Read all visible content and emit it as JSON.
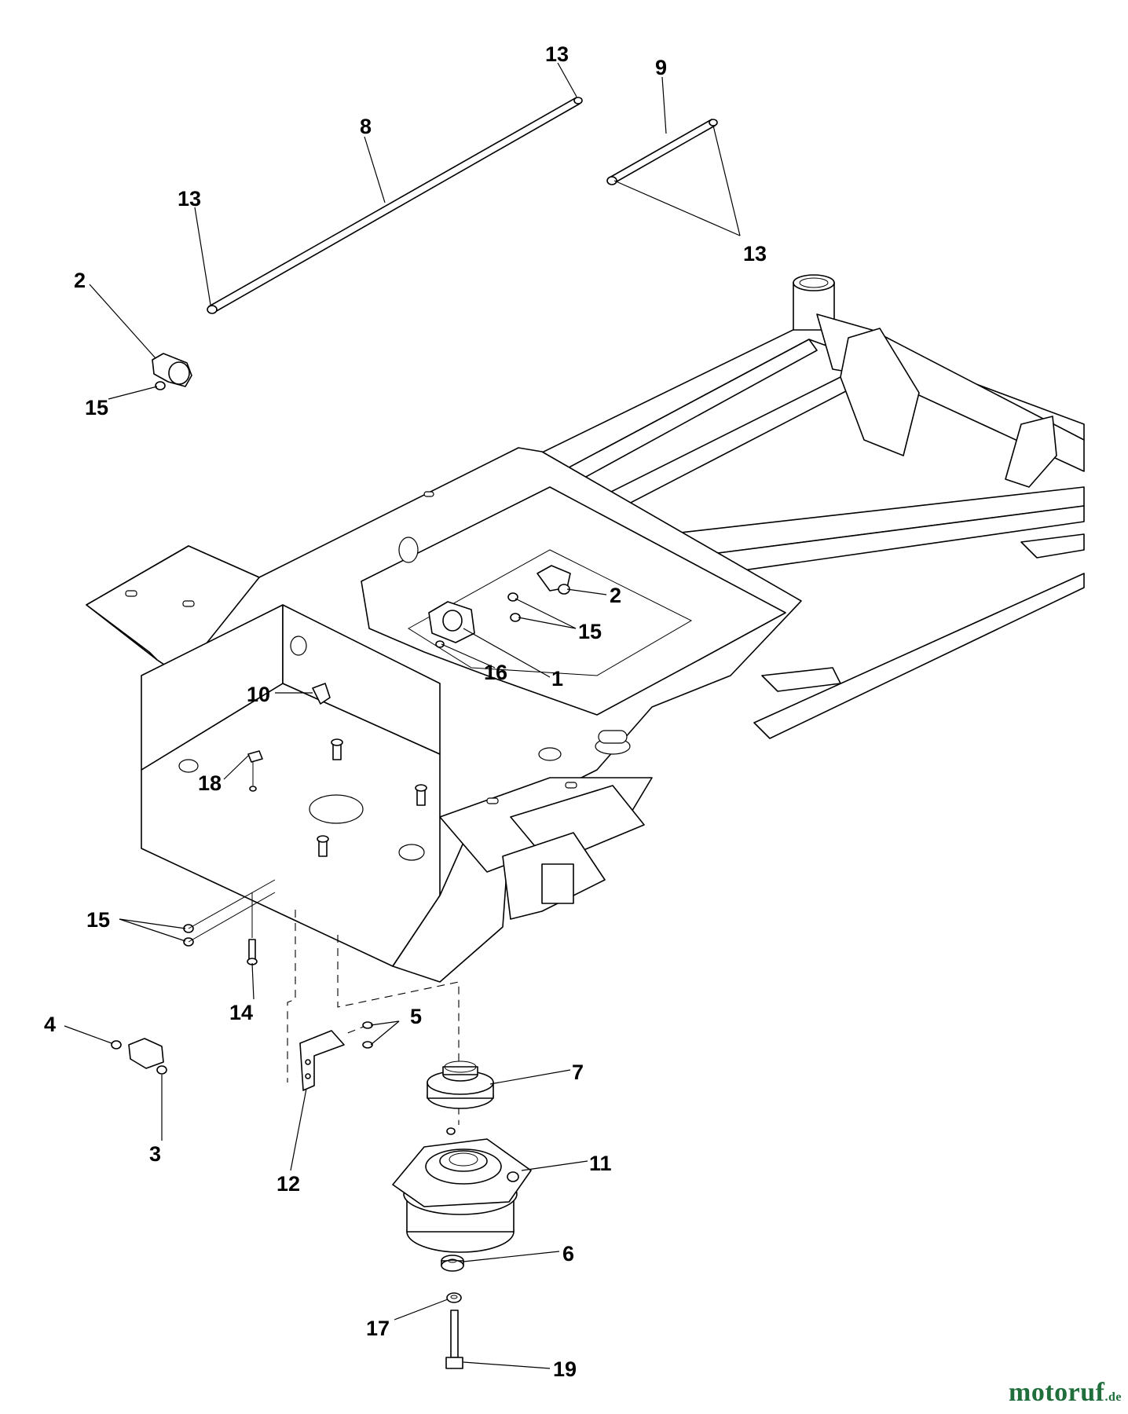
{
  "callouts": {
    "c1": "1",
    "c2a": "2",
    "c2b": "2",
    "c3": "3",
    "c4": "4",
    "c5": "5",
    "c6": "6",
    "c7": "7",
    "c8": "8",
    "c9": "9",
    "c10": "10",
    "c11": "11",
    "c12": "12",
    "c13a": "13",
    "c13b": "13",
    "c13c": "13",
    "c14": "14",
    "c15a": "15",
    "c15b": "15",
    "c15c": "15",
    "c16": "16",
    "c17": "17",
    "c18": "18",
    "c19": "19"
  },
  "watermark": {
    "name": "motoruf",
    "suffix": ".de"
  },
  "colors": {
    "line": "#000000",
    "background": "#ffffff",
    "watermark": "#1f6e3c"
  }
}
